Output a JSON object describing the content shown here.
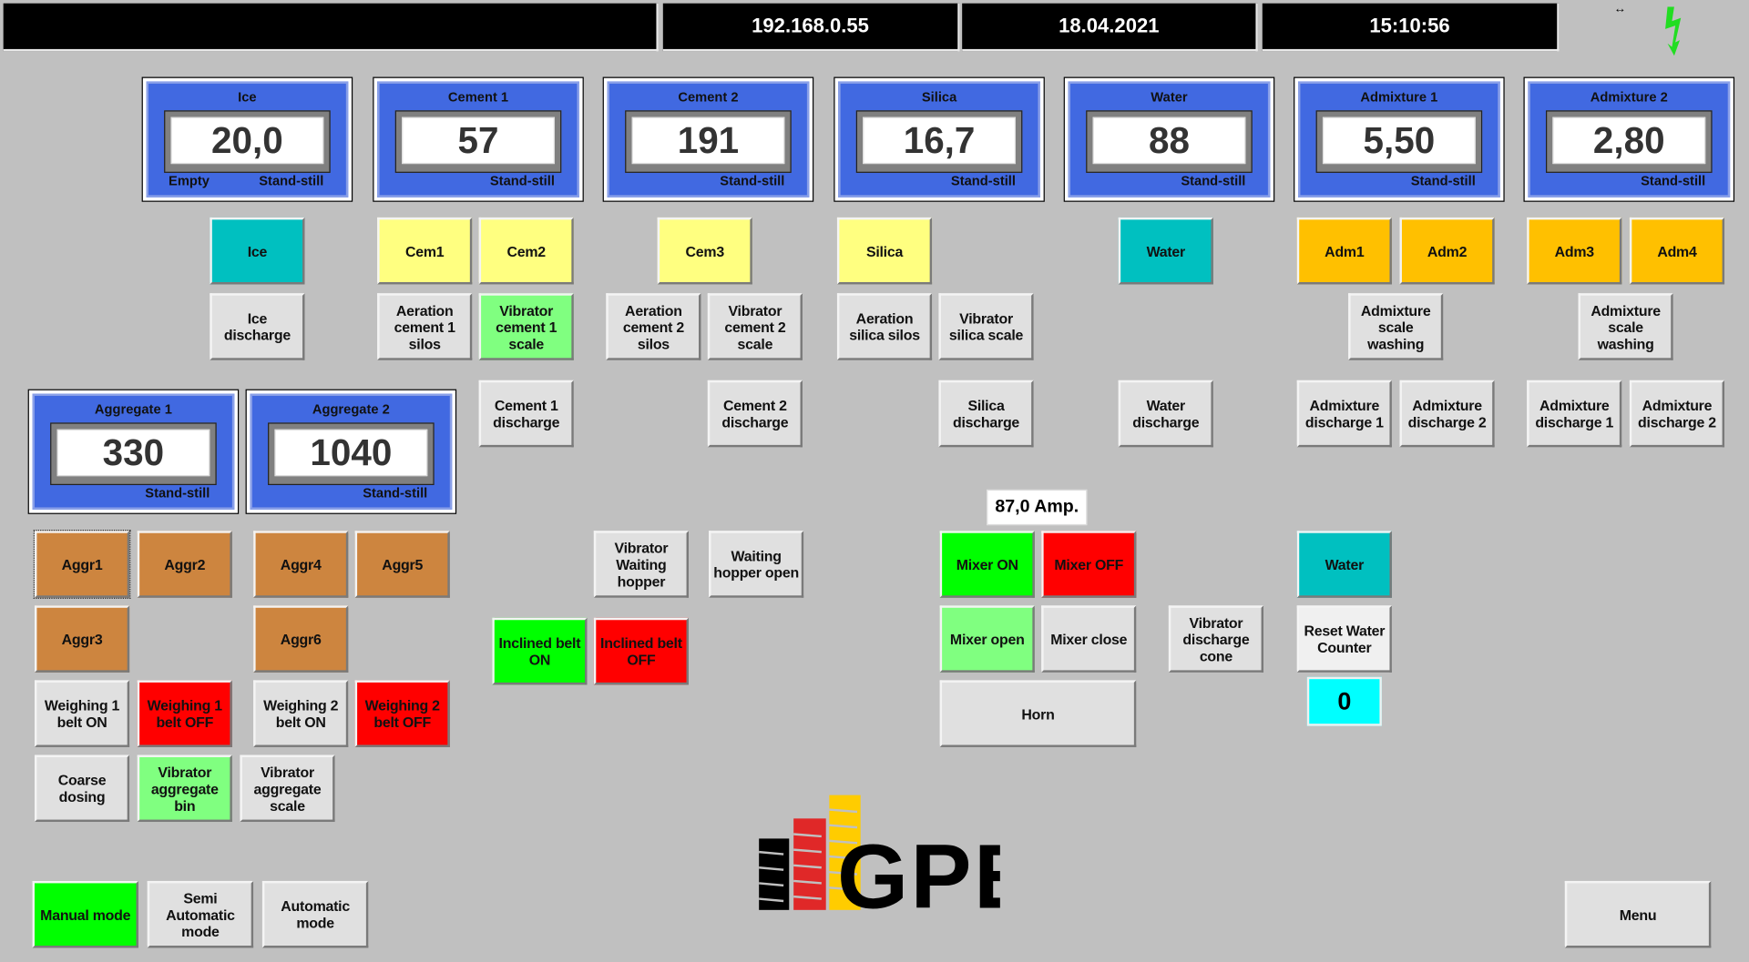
{
  "header": {
    "blank": "",
    "ip": "192.168.0.55",
    "date": "18.04.2021",
    "time": "15:10:56"
  },
  "header_icons": [
    "resize-arrows-icon",
    "power-lightning-icon"
  ],
  "scales": [
    {
      "title": "Ice",
      "value": "20,0",
      "left_status": "Empty",
      "status": "Stand-still"
    },
    {
      "title": "Cement 1",
      "value": "57",
      "status": "Stand-still"
    },
    {
      "title": "Cement 2",
      "value": "191",
      "status": "Stand-still"
    },
    {
      "title": "Silica",
      "value": "16,7",
      "status": "Stand-still"
    },
    {
      "title": "Water",
      "value": "88",
      "status": "Stand-still"
    },
    {
      "title": "Admixture 1",
      "value": "5,50",
      "status": "Stand-still"
    },
    {
      "title": "Admixture 2",
      "value": "2,80",
      "status": "Stand-still"
    },
    {
      "title": "Aggregate 1",
      "value": "330",
      "status": "Stand-still"
    },
    {
      "title": "Aggregate 2",
      "value": "1040",
      "status": "Stand-still"
    }
  ],
  "colors": {
    "teal": "#00c0c0",
    "yellow": "#ffff80",
    "orange": "#ffc000",
    "brown": "#cd853f",
    "green": "#00ff00",
    "lightgreen": "#80ff80",
    "red": "#ff0000",
    "grey": "#e0e0e0",
    "cyan": "#00ffff",
    "panel": "#4169e1"
  },
  "buttons": [
    {
      "label": "Ice",
      "color": "teal"
    },
    {
      "label": "Cem1",
      "color": "yellow"
    },
    {
      "label": "Cem2",
      "color": "yellow"
    },
    {
      "label": "Cem3",
      "color": "yellow"
    },
    {
      "label": "Silica",
      "color": "yellow"
    },
    {
      "label": "Water",
      "color": "teal"
    },
    {
      "label": "Adm1",
      "color": "orange"
    },
    {
      "label": "Adm2",
      "color": "orange"
    },
    {
      "label": "Adm3",
      "color": "orange"
    },
    {
      "label": "Adm4",
      "color": "orange"
    },
    {
      "label": "Ice\ndischarge",
      "color": "grey"
    },
    {
      "label": "Aeration\ncement 1\nsilos",
      "color": "grey"
    },
    {
      "label": "Vibrator\ncement 1\nscale",
      "color": "lightgreen"
    },
    {
      "label": "Aeration\ncement 2\nsilos",
      "color": "grey"
    },
    {
      "label": "Vibrator\ncement 2\nscale",
      "color": "grey"
    },
    {
      "label": "Aeration\nsilica silos",
      "color": "grey"
    },
    {
      "label": "Vibrator\nsilica scale",
      "color": "grey"
    },
    {
      "label": "Admixture\nscale\nwashing",
      "color": "grey"
    },
    {
      "label": "Admixture\nscale\nwashing",
      "color": "grey"
    },
    {
      "label": "Cement 1\ndischarge",
      "color": "grey"
    },
    {
      "label": "Cement 2\ndischarge",
      "color": "grey"
    },
    {
      "label": "Silica\ndischarge",
      "color": "grey"
    },
    {
      "label": "Water\ndischarge",
      "color": "grey"
    },
    {
      "label": "Admixture\ndischarge 1",
      "color": "grey"
    },
    {
      "label": "Admixture\ndischarge 2",
      "color": "grey"
    },
    {
      "label": "Admixture\ndischarge 1",
      "color": "grey"
    },
    {
      "label": "Admixture\ndischarge 2",
      "color": "grey"
    },
    {
      "label": "Aggr1",
      "color": "brown"
    },
    {
      "label": "Aggr2",
      "color": "brown"
    },
    {
      "label": "Aggr4",
      "color": "brown"
    },
    {
      "label": "Aggr5",
      "color": "brown"
    },
    {
      "label": "Vibrator\nWaiting\nhopper",
      "color": "grey"
    },
    {
      "label": "Waiting\nhopper open",
      "color": "grey"
    },
    {
      "label": "Mixer ON",
      "color": "green"
    },
    {
      "label": "Mixer OFF",
      "color": "red"
    },
    {
      "label": "Water",
      "color": "teal"
    },
    {
      "label": "Aggr3",
      "color": "brown"
    },
    {
      "label": "Aggr6",
      "color": "brown"
    },
    {
      "label": "Mixer open",
      "color": "lightgreen"
    },
    {
      "label": "Mixer close",
      "color": "grey"
    },
    {
      "label": "Vibrator\ndischarge\ncone",
      "color": "grey"
    },
    {
      "label": "Reset Water\nCounter",
      "color": "grey"
    },
    {
      "label": "Inclined belt\nON",
      "color": "green"
    },
    {
      "label": "Inclined belt\nOFF",
      "color": "red"
    },
    {
      "label": "Weighing 1\nbelt ON",
      "color": "grey"
    },
    {
      "label": "Weighing 1\nbelt OFF",
      "color": "red"
    },
    {
      "label": "Weighing 2\nbelt ON",
      "color": "grey"
    },
    {
      "label": "Weighing 2\nbelt OFF",
      "color": "red"
    },
    {
      "label": "Horn",
      "color": "grey"
    },
    {
      "label": "Coarse\ndosing",
      "color": "grey"
    },
    {
      "label": "Vibrator\naggregate\nbin",
      "color": "lightgreen"
    },
    {
      "label": "Vibrator\naggregate\nscale",
      "color": "grey"
    },
    {
      "label": "Manual mode",
      "color": "green"
    },
    {
      "label": "Semi\nAutomatic\nmode",
      "color": "grey"
    },
    {
      "label": "Automatic\nmode",
      "color": "grey"
    },
    {
      "label": "Menu",
      "color": "grey"
    }
  ],
  "mixer_current": "87,0 Amp.",
  "water_counter": "0",
  "logo": {
    "text": "GPE"
  }
}
